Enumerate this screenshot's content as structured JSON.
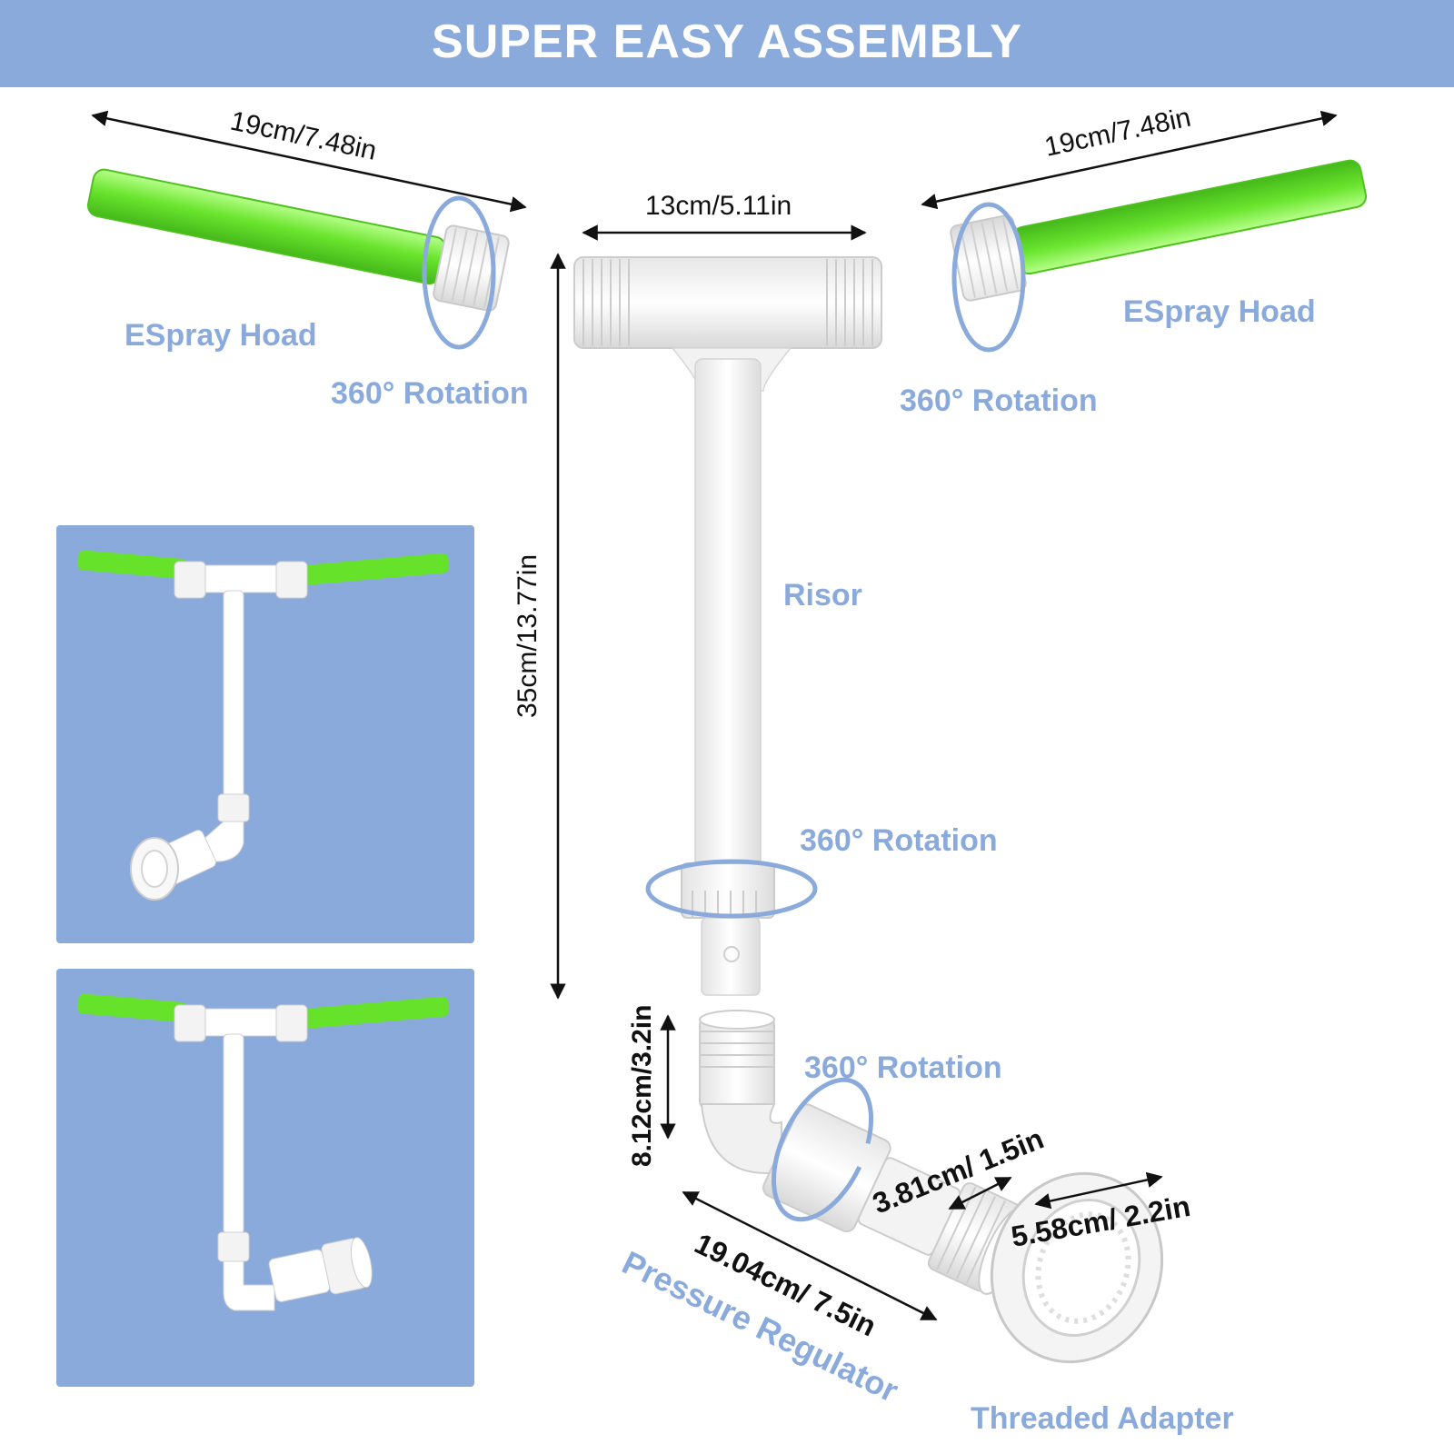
{
  "header": {
    "title": "SUPER EASY ASSEMBLY"
  },
  "labels": {
    "spray_head_left": "ESpray Hoad",
    "spray_head_right": "ESpray Hoad",
    "rotation_left": "360° Rotation",
    "rotation_right": "360° Rotation",
    "riser": "Risor",
    "rotation_riser": "360° Rotation",
    "rotation_elbow": "360° Rotation",
    "pressure_regulator": "Pressure Regulator",
    "threaded_adapter": "Threaded Adapter"
  },
  "dimensions": {
    "spray_head_left": "19cm/7.48in",
    "spray_head_right": "19cm/7.48in",
    "tee_width": "13cm/5.11in",
    "riser_height": "35cm/13.77in",
    "elbow_height": "8.12cm/3.2in",
    "regulator_length": "19.04cm/ 7.5in",
    "regulator_diameter": "3.81cm/ 1.5in",
    "adapter_diameter": "5.58cm/ 2.2in"
  },
  "colors": {
    "banner": "#8aaadb",
    "label_blue": "#8aaadb",
    "rotation_arrow": "#8aaadb",
    "spray_green": "#66e22a",
    "pipe_white": "#f4f4f4",
    "panel_background": "#8aaadb"
  }
}
